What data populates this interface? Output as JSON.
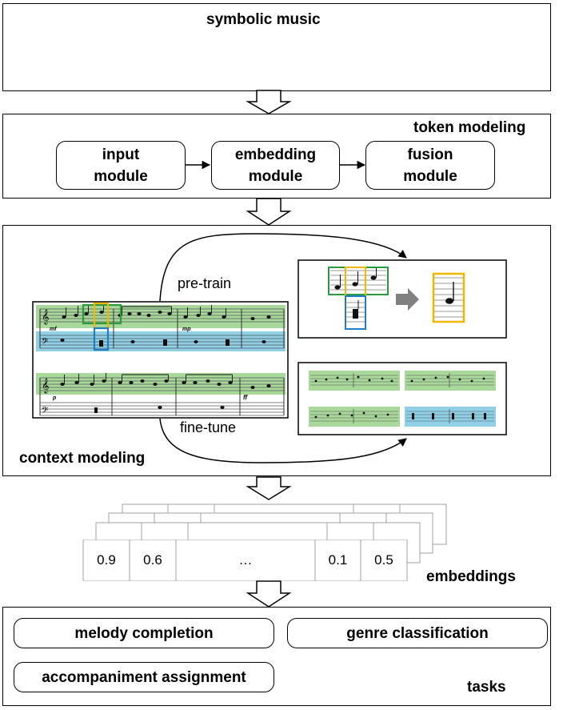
{
  "symbolic_music": {
    "title": "symbolic music"
  },
  "token_modeling": {
    "title": "token modeling",
    "modules": [
      {
        "line1": "input",
        "line2": "module"
      },
      {
        "line1": "embedding",
        "line2": "module"
      },
      {
        "line1": "fusion",
        "line2": "module"
      }
    ]
  },
  "context_modeling": {
    "title": "context modeling",
    "pretrain_label": "pre-train",
    "finetune_label": "fine-tune"
  },
  "embeddings": {
    "label": "embeddings",
    "values": [
      "0.9",
      "0.6",
      "…",
      "0.1",
      "0.5"
    ]
  },
  "tasks": {
    "title": "tasks",
    "items": [
      "melody completion",
      "genre classification",
      "accompaniment assignment"
    ]
  },
  "colors": {
    "green": "#a8d89a",
    "blue": "#8fd0e6",
    "yellow": "#f2b800",
    "arrow_grey": "#808080"
  }
}
